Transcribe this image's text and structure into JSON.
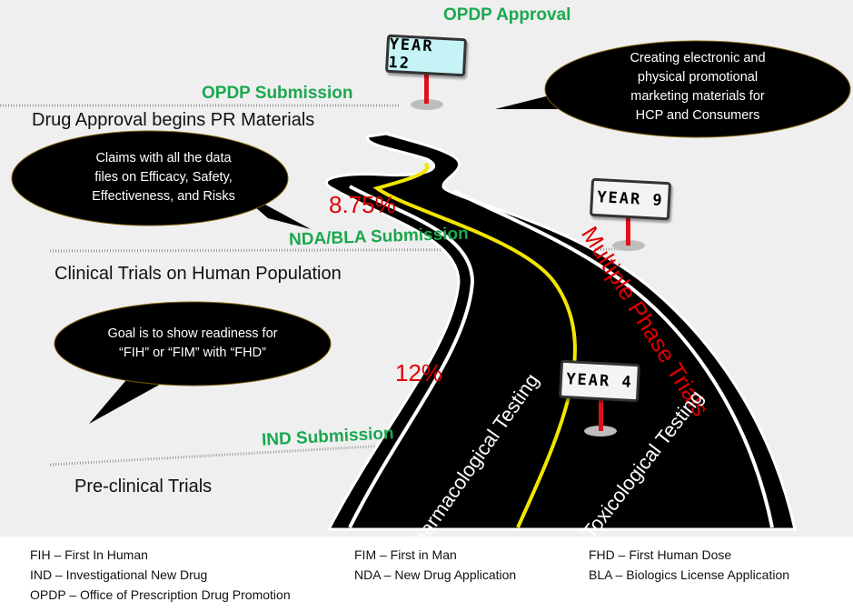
{
  "milestones": {
    "opdp_approval": "OPDP Approval",
    "opdp_submission": "OPDP Submission",
    "nda_bla_submission": "NDA/BLA Submission",
    "ind_submission": "IND Submission"
  },
  "phases": {
    "drug_approval": "Drug Approval begins PR Materials",
    "clinical": "Clinical Trials on Human Population",
    "preclinical": "Pre-clinical Trials"
  },
  "percentages": {
    "approval_rate": "8.75%",
    "clinical_rate": "12%"
  },
  "signs": {
    "year12": "YEAR 12",
    "year9": "YEAR 9",
    "year4": "YEAR 4"
  },
  "road_labels": {
    "multiple_phase": "Multiple Phase Trials",
    "pharmacological": "Pharmacological Testing",
    "toxicological": "Toxicological Testing"
  },
  "bubbles": {
    "promo": [
      "Creating electronic and",
      "physical promotional",
      "marketing materials for",
      "HCP and Consumers"
    ],
    "claims": [
      "Claims with all the data",
      "files on Efficacy, Safety,",
      "Effectiveness, and Risks"
    ],
    "goal": [
      "Goal is to show readiness for",
      "“FIH” or “FIM” with “FHD”"
    ]
  },
  "legend": {
    "fih": "FIH – First In Human",
    "ind": "IND – Investigational New Drug",
    "opdp": "OPDP – Office of Prescription Drug Promotion",
    "fim": "FIM – First in Man",
    "nda": "NDA – New Drug Application",
    "fhd": "FHD – First Human Dose",
    "bla": "BLA – Biologics License Application"
  },
  "colors": {
    "milestone": "#1aa84f",
    "percent": "#e00000",
    "road": "#000000",
    "center_line": "#f2e600",
    "pole": "#e0101a"
  }
}
